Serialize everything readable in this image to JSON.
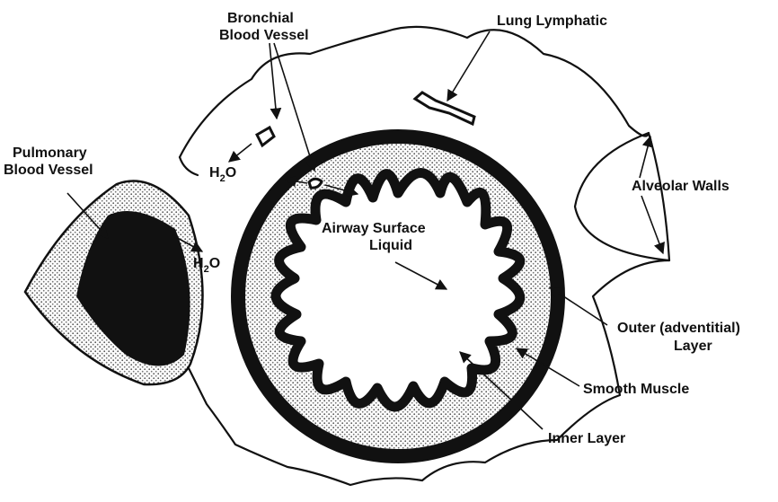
{
  "labels": {
    "bronchial_1": "Bronchial",
    "bronchial_2": "Blood Vessel",
    "lung_lymphatic": "Lung Lymphatic",
    "pulmonary_1": "Pulmonary",
    "pulmonary_2": "Blood Vessel",
    "alveolar_walls": "Alveolar Walls",
    "airway_1": "Airway Surface",
    "airway_2": "Liquid",
    "outer_1": "Outer (adventitial)",
    "outer_2": "Layer",
    "smooth_muscle": "Smooth Muscle",
    "inner_layer": "Inner Layer",
    "h2o_top": {
      "h": "H",
      "sub": "2",
      "o": "O"
    },
    "h2o_left": {
      "h": "H",
      "sub": "2",
      "o": "O"
    }
  }
}
